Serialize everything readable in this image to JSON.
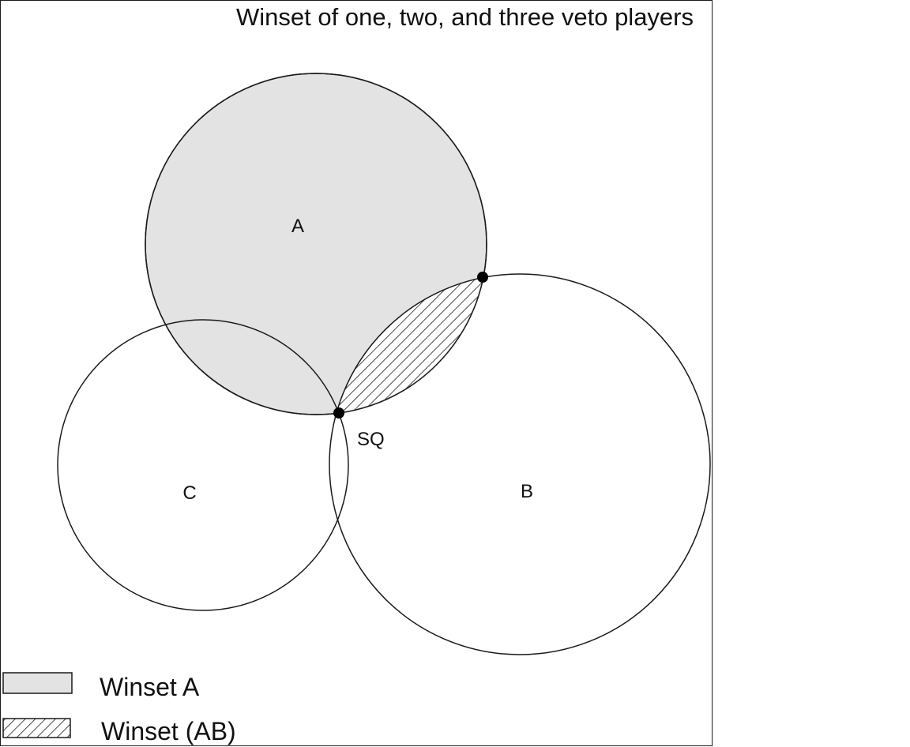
{
  "title": "Winset of one, two, and three veto players",
  "circles": {
    "a": {
      "label": "A"
    },
    "b": {
      "label": "B"
    },
    "c": {
      "label": "C"
    }
  },
  "status_quo": {
    "label": "SQ"
  },
  "legend": {
    "winset_a": "Winset A",
    "winset_ab": "Winset (AB)"
  },
  "colors": {
    "winset_a_fill": "#e3e3e3",
    "outline": "#1a1a1a",
    "background": "#ffffff"
  }
}
